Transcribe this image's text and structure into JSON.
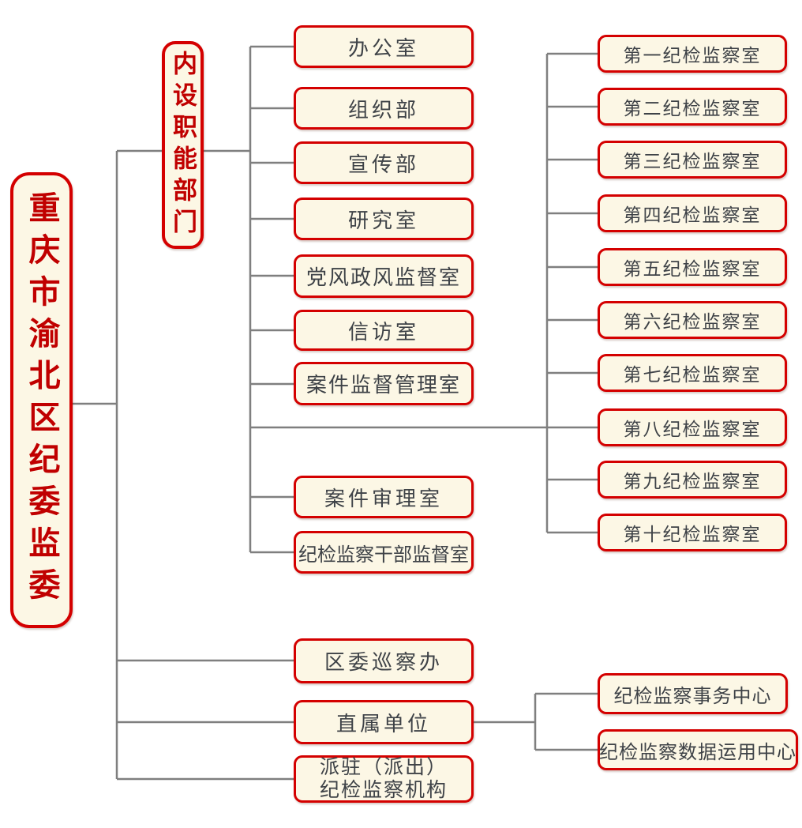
{
  "org_chart": {
    "root_label": "重庆市渝北区纪委监委",
    "internal_group_label": "内设职能部门",
    "internal_departments": [
      "办公室",
      "组织部",
      "宣传部",
      "研究室",
      "党风政风监督室",
      "信访室",
      "案件监督管理室",
      "案件审理室",
      "纪检监察干部监督室"
    ],
    "inspection_offices": [
      "第一纪检监察室",
      "第二纪检监察室",
      "第三纪检监察室",
      "第四纪检监察室",
      "第五纪检监察室",
      "第六纪检监察室",
      "第七纪检监察室",
      "第八纪检监察室",
      "第九纪检监察室",
      "第十纪检监察室"
    ],
    "district_offices": [
      "区委巡察办",
      "直属单位"
    ],
    "dispatched_agency": {
      "line1": "派驻（派出）",
      "line2": "纪检监察机构"
    },
    "subordinate_centers": [
      "纪检监察事务中心",
      "纪检监察数据运用中心"
    ],
    "colors": {
      "box_border_red": "#d40000",
      "title_text_red": "#c00000",
      "box_background_cream": "#fcf7e5",
      "connector_gray": "#7f7f7f",
      "box_text_dark": "#3e4247",
      "page_background": "#ffffff"
    }
  }
}
